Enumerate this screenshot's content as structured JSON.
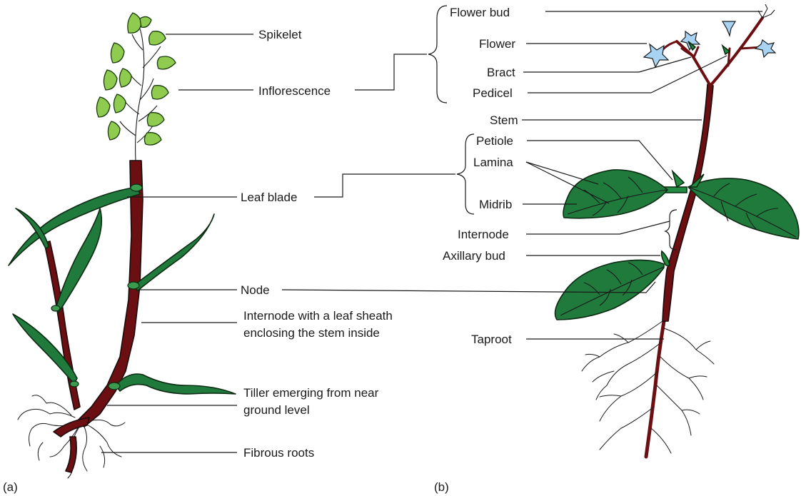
{
  "panel_a": {
    "panel_label": "(a)",
    "labels": {
      "spikelet": "Spikelet",
      "inflorescence": "Inflorescence",
      "leaf_blade": "Leaf blade",
      "node": "Node",
      "internode_line1": "Internode with a leaf sheath",
      "internode_line2": "enclosing the stem inside",
      "tiller_line1": "Tiller emerging from near",
      "tiller_line2": "ground level",
      "fibrous_roots": "Fibrous roots"
    }
  },
  "panel_b": {
    "panel_label": "(b)",
    "labels": {
      "flower_bud": "Flower bud",
      "flower": "Flower",
      "bract": "Bract",
      "pedicel": "Pedicel",
      "stem": "Stem",
      "petiole": "Petiole",
      "lamina": "Lamina",
      "midrib": "Midrib",
      "internode": "Internode",
      "axillary_bud": "Axillary bud",
      "taproot": "Taproot"
    }
  },
  "colors": {
    "stem": "#6b0f12",
    "leaf": "#1f7a3c",
    "spikelet": "#8ecb4e",
    "flower": "#a9d3f2"
  }
}
